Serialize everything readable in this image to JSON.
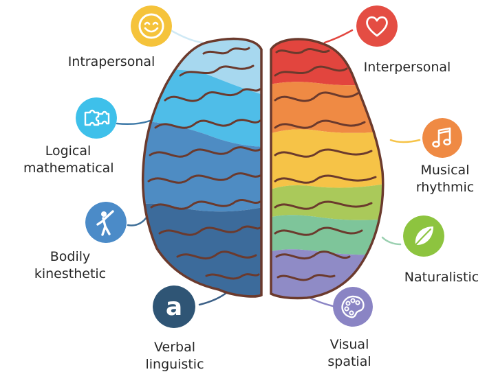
{
  "diagram": {
    "intelligences": [
      {
        "key": "intrapersonal",
        "lines": [
          "Intrapersonal"
        ],
        "icon": "smiley-face-icon",
        "color": "#f5c33b"
      },
      {
        "key": "logical",
        "lines": [
          "Logical",
          "mathematical"
        ],
        "icon": "puzzle-icon",
        "color": "#3ec0ea"
      },
      {
        "key": "bodily",
        "lines": [
          "Bodily",
          "kinesthetic"
        ],
        "icon": "stretching-person-icon",
        "color": "#4b8bc8"
      },
      {
        "key": "verbal",
        "lines": [
          "Verbal",
          "linguistic"
        ],
        "icon": "letter-a-icon",
        "color": "#2f5575"
      },
      {
        "key": "interpersonal",
        "lines": [
          "Interpersonal"
        ],
        "icon": "heart-icon",
        "color": "#e44d43"
      },
      {
        "key": "musical",
        "lines": [
          "Musical",
          "rhythmic"
        ],
        "icon": "music-note-icon",
        "color": "#ef8a44"
      },
      {
        "key": "naturalistic",
        "lines": [
          "Naturalistic"
        ],
        "icon": "leaf-icon",
        "color": "#8dc43f"
      },
      {
        "key": "visual",
        "lines": [
          "Visual",
          "spatial"
        ],
        "icon": "paint-palette-icon",
        "color": "#8a84c4"
      }
    ],
    "brain": {
      "outline_color": "#6b3a2d",
      "left_colors": [
        "#a7d8ef",
        "#4fbde8",
        "#4e8cc3",
        "#3c6b9b"
      ],
      "right_colors": [
        "#e2453e",
        "#ef8a44",
        "#f6c347",
        "#aac95a",
        "#7ec59a",
        "#8f8bc6"
      ]
    }
  }
}
